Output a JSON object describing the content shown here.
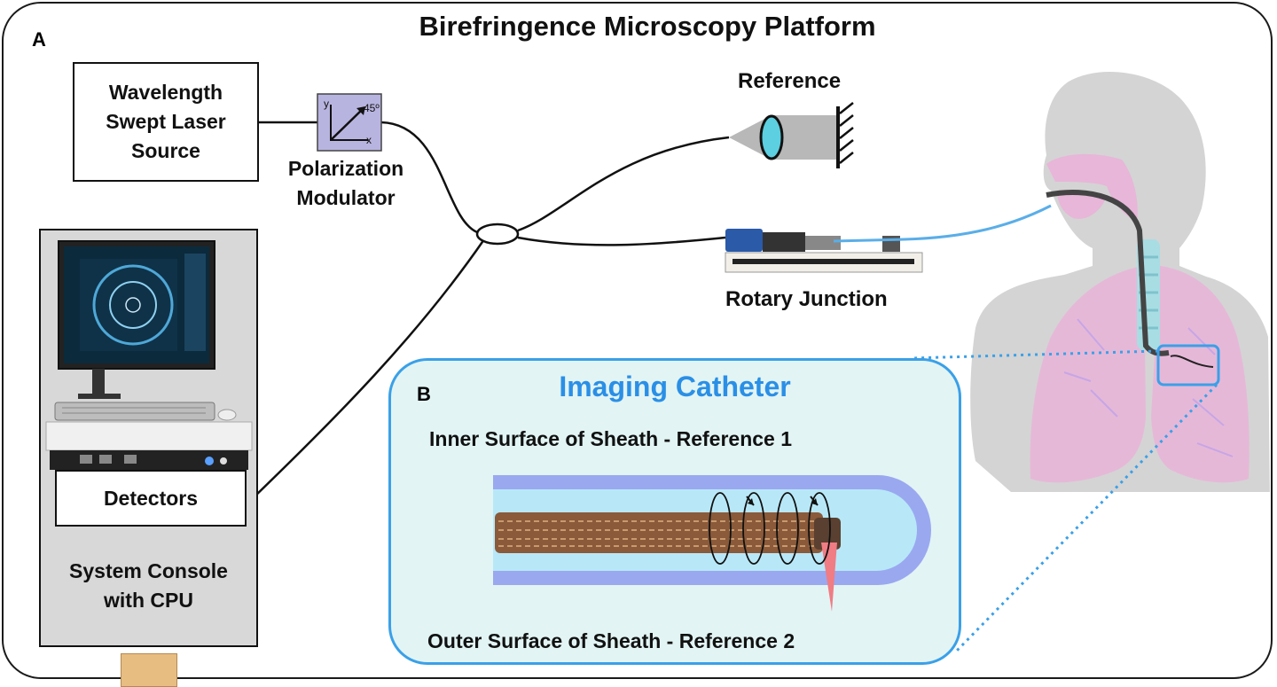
{
  "title": "Birefringence Microscopy Platform",
  "panel_a": "A",
  "panel_b": "B",
  "laser_source": [
    "Wavelength",
    "Swept Laser",
    "Source"
  ],
  "modulator": {
    "label": [
      "Polarization",
      "Modulator"
    ],
    "axis_y": "y",
    "axis_x": "x",
    "angle": "45º"
  },
  "reference_label": "Reference",
  "rotary_junction_label": "Rotary Junction",
  "detectors_label": "Detectors",
  "console_label": [
    "System Console",
    "with CPU"
  ],
  "catheter": {
    "title": "Imaging Catheter",
    "inner_label": "Inner Surface of Sheath - Reference 1",
    "outer_label": "Outer Surface of Sheath - Reference 2"
  },
  "colors": {
    "catheter_accent": "#2a8fe6",
    "fiber_blue": "#5aaee8",
    "sheath_outer": "#9aa8f0",
    "sheath_inner": "#b8e8f8",
    "modulator_fill": "#b8b4e0",
    "lung_pink": "#e7b6d8",
    "silhouette_gray": "#d4d4d4",
    "beam_red": "#f07c84"
  }
}
